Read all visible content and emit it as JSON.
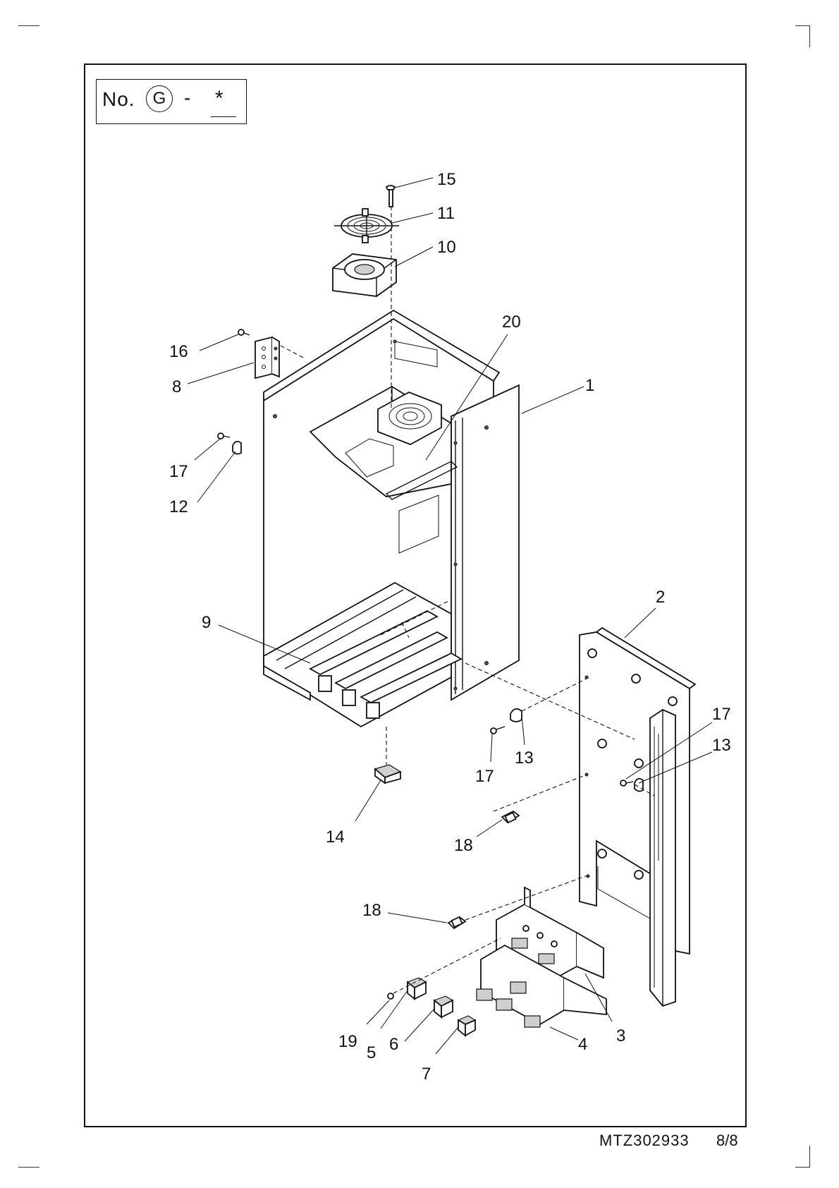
{
  "title_box": {
    "no_label": "No.",
    "circled_letter": "G",
    "dash": "-",
    "star": "*"
  },
  "footer": {
    "document_id": "MTZ302933",
    "page": "8/8"
  },
  "callouts": [
    {
      "id": "c15",
      "text": "15"
    },
    {
      "id": "c11",
      "text": "11"
    },
    {
      "id": "c10",
      "text": "10"
    },
    {
      "id": "c20",
      "text": "20"
    },
    {
      "id": "c16",
      "text": "16"
    },
    {
      "id": "c8",
      "text": "8"
    },
    {
      "id": "c1",
      "text": "1"
    },
    {
      "id": "c17a",
      "text": "17"
    },
    {
      "id": "c12",
      "text": "12"
    },
    {
      "id": "c2",
      "text": "2"
    },
    {
      "id": "c9",
      "text": "9"
    },
    {
      "id": "c17b",
      "text": "17"
    },
    {
      "id": "c13a",
      "text": "13"
    },
    {
      "id": "c13b",
      "text": "13"
    },
    {
      "id": "c17c",
      "text": "17"
    },
    {
      "id": "c14",
      "text": "14"
    },
    {
      "id": "c18a",
      "text": "18"
    },
    {
      "id": "c18b",
      "text": "18"
    },
    {
      "id": "c19",
      "text": "19"
    },
    {
      "id": "c5",
      "text": "5"
    },
    {
      "id": "c6",
      "text": "6"
    },
    {
      "id": "c7",
      "text": "7"
    },
    {
      "id": "c4",
      "text": "4"
    },
    {
      "id": "c3",
      "text": "3"
    }
  ]
}
